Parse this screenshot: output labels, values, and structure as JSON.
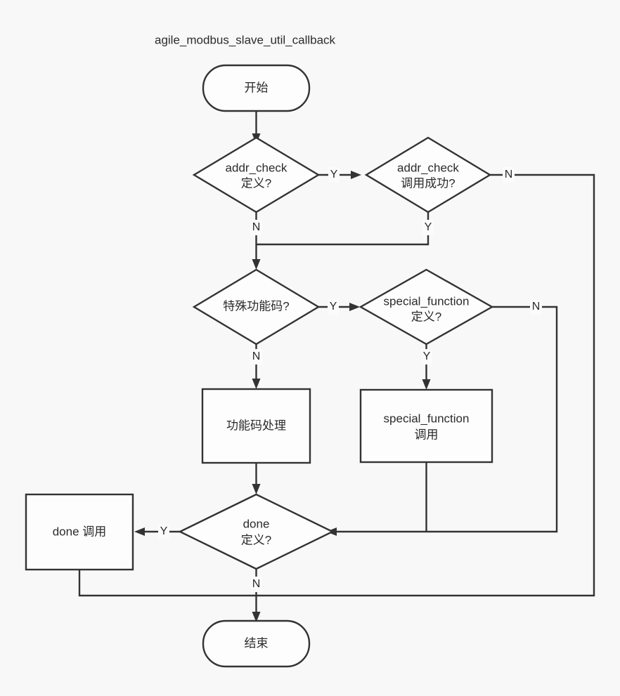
{
  "diagram": {
    "title": "agile_modbus_slave_util_callback",
    "background_color": "#f8f8f8",
    "node_fill": "#fdfdfd",
    "stroke_color": "#333333",
    "text_color": "#2b2b2b",
    "nodes": {
      "start": {
        "label": "开始",
        "shape": "stadium"
      },
      "addr_check_defined": {
        "label_line1": "addr_check",
        "label_line2": "定义?",
        "shape": "diamond"
      },
      "addr_check_success": {
        "label_line1": "addr_check",
        "label_line2": "调用成功?",
        "shape": "diamond"
      },
      "special_code": {
        "label_line1": "特殊功能码?",
        "label_line2": "",
        "shape": "diamond"
      },
      "special_function_defined": {
        "label_line1": "special_function",
        "label_line2": "定义?",
        "shape": "diamond"
      },
      "function_code_process": {
        "label_line1": "功能码处理",
        "label_line2": "",
        "shape": "rect"
      },
      "special_function_call": {
        "label_line1": "special_function",
        "label_line2": "调用",
        "shape": "rect"
      },
      "done_defined": {
        "label_line1": "done",
        "label_line2": "定义?",
        "shape": "diamond"
      },
      "done_call": {
        "label_line1": "done 调用",
        "label_line2": "",
        "shape": "rect"
      },
      "end": {
        "label": "结束",
        "shape": "stadium"
      }
    },
    "edge_labels": {
      "addr_check_defined_yes": "Y",
      "addr_check_defined_no": "N",
      "addr_check_success_yes": "Y",
      "addr_check_success_no": "N",
      "special_code_yes": "Y",
      "special_code_no": "N",
      "special_function_defined_yes": "Y",
      "special_function_defined_no": "N",
      "done_defined_yes": "Y",
      "done_defined_no": "N"
    }
  }
}
